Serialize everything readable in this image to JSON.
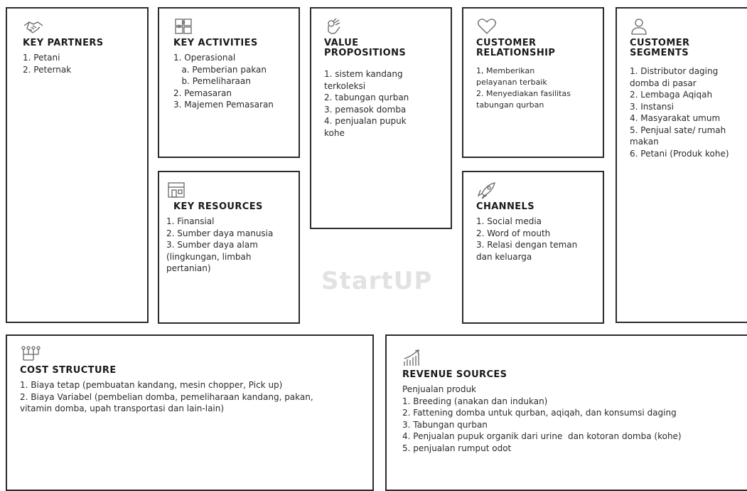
{
  "key_partners": {
    "title": "KEY PARTNERS",
    "icon": "handshake-icon",
    "items": [
      "1. Petani",
      "2. Peternak"
    ]
  },
  "key_activities": {
    "title": "KEY ACTIVITIES",
    "icon": "puzzle-icon",
    "items": [
      "1. Operasional",
      "   a. Pemberian pakan",
      "   b. Pemeliharaan",
      "2. Pemasaran",
      "3. Majemen Pemasaran"
    ]
  },
  "key_resources": {
    "title": "KEY RESOURCES",
    "icon": "store-icon",
    "items": [
      "1. Finansial",
      "2. Sumber daya manusia",
      "3. Sumber daya alam",
      "(lingkungan, limbah",
      "pertanian)"
    ]
  },
  "value_propositions": {
    "title_line1": "VALUE",
    "title_line2": "PROPOSITIONS",
    "icon": "ok-hand-icon",
    "items": [
      "1. sistem kandang",
      "terkoleksi",
      "2. tabungan qurban",
      "3. pemasok domba",
      "4. penjualan pupuk",
      "kohe"
    ]
  },
  "customer_relationship": {
    "title_line1": "CUSTOMER",
    "title_line2": "RELATIONSHIP",
    "icon": "heart-icon",
    "items": [
      "1, Memberikan",
      "pelayanan terbaik",
      "2. Menyediakan fasilitas",
      "tabungan qurban"
    ]
  },
  "channels": {
    "title": "CHANNELS",
    "icon": "rocket-icon",
    "items": [
      "1. Social media",
      "2. Word of mouth",
      "3. Relasi dengan teman",
      "dan keluarga"
    ]
  },
  "customer_segments": {
    "title_line1": "CUSTOMER",
    "title_line2": "SEGMENTS",
    "icon": "user-icon",
    "items": [
      "1. Distributor daging",
      "domba di pasar",
      "2. Lembaga Aqiqah",
      "3. Instansi",
      "4. Masyarakat umum",
      "5. Penjual sate/ rumah",
      "makan",
      "6. Petani (Produk kohe)"
    ]
  },
  "cost_structure": {
    "title": "COST STRUCTURE",
    "icon": "structure-icon",
    "items": [
      "1. Biaya tetap (pembuatan kandang, mesin chopper, Pick up)",
      "2. Biaya Variabel (pembelian domba, pemeliharaan kandang, pakan,",
      "vitamin domba, upah transportasi dan lain-lain)"
    ]
  },
  "revenue_sources": {
    "title": "REVENUE SOURCES",
    "icon": "growth-chart-icon",
    "items": [
      "Penjualan produk",
      "1. Breeding (anakan dan indukan)",
      "2. Fattening domba untuk qurban, aqiqah, dan konsumsi daging",
      "3. Tabungan qurban",
      "4. Penjualan pupuk organik dari urine  dan kotoran domba (kohe)",
      "5. penjualan rumput odot"
    ]
  },
  "watermark": "StartUP"
}
